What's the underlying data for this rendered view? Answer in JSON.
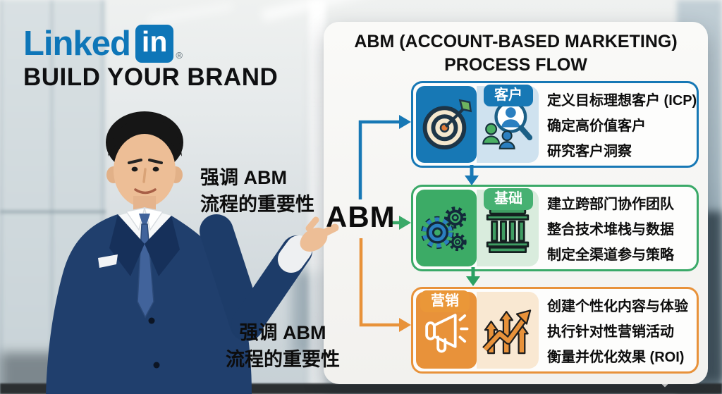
{
  "brand": {
    "word": "Linked",
    "badge": "in",
    "registered": "®",
    "tagline": "BUILD YOUR BRAND"
  },
  "notes": {
    "upper": {
      "line1": "强调 ABM",
      "line2": "流程的重要性"
    },
    "lower": {
      "line1": "强调 ABM",
      "line2": "流程的重要性"
    }
  },
  "flow": {
    "source_label": "ABM",
    "title_line1": "ABM (ACCOUNT-BASED MARKETING)",
    "title_line2": "PROCESS FLOW",
    "steps": [
      {
        "badge": "客户",
        "primary_icon": "target-arrow-icon",
        "secondary_icon": "magnifier-people-icon",
        "accent": "#1778b5",
        "accent_light": "#cfe2ef",
        "lines": [
          "定义目标理想客户 (ICP)",
          "确定高价值客户",
          "研究客户洞察"
        ]
      },
      {
        "badge": "基础",
        "primary_icon": "gears-icon",
        "secondary_icon": "bank-building-icon",
        "accent": "#3aa968",
        "accent_light": "#d9ecdd",
        "lines": [
          "建立跨部门协作团队",
          "整合技术堆栈与数据",
          "制定全渠道参与策略"
        ]
      },
      {
        "badge": "营销",
        "primary_icon": "megaphone-icon",
        "secondary_icon": "growth-arrows-icon",
        "accent": "#e8923a",
        "accent_light": "#f9e8d2",
        "lines": [
          "创建个性化内容与体验",
          "执行针对性营销活动",
          "衡量并优化效果 (ROI)"
        ]
      }
    ]
  },
  "colors": {
    "linkedin_blue": "#0e76b8",
    "step_customer": "#1778b5",
    "step_foundation": "#3aa968",
    "step_marketing": "#e8923a",
    "text": "#111111"
  }
}
